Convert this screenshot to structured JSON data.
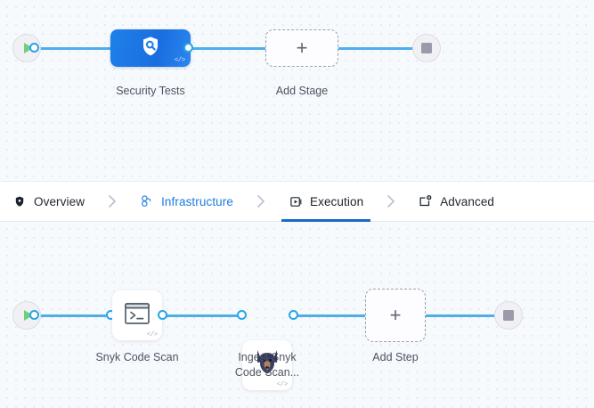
{
  "tabs": [
    {
      "label": "Overview",
      "icon": "shield-icon",
      "state": "normal"
    },
    {
      "label": "Infrastructure",
      "icon": "cluster-nodes-icon",
      "state": "link"
    },
    {
      "label": "Execution",
      "icon": "play-box-icon",
      "state": "active"
    },
    {
      "label": "Advanced",
      "icon": "box-gear-icon",
      "state": "normal"
    }
  ],
  "separator": "›",
  "stage_pipeline": {
    "start": {
      "icon": "play-icon"
    },
    "end": {
      "icon": "stop-icon"
    },
    "stage": {
      "label": "Security Tests",
      "icon": "shield-magnifier-icon",
      "badge": "</>"
    },
    "add": {
      "label": "Add Stage",
      "plus": "+"
    }
  },
  "step_pipeline": {
    "start": {
      "icon": "play-icon"
    },
    "end": {
      "icon": "stop-icon"
    },
    "steps": [
      {
        "label": "Snyk Code Scan",
        "icon": "terminal-icon",
        "badge": "</>"
      },
      {
        "label": "Ingest Snyk\nCode Scan...",
        "icon": "doberman-dog-icon",
        "badge": "</>"
      }
    ],
    "add": {
      "label": "Add Step",
      "plus": "+"
    }
  },
  "colors": {
    "accent_blue": "#1a69c4",
    "link_blue": "#1d7ddd",
    "wire_blue": "#4eaeea",
    "stage_blue": "#1f80e8",
    "play_green": "#6fcf7a",
    "canvas_bg": "#f7fafd"
  }
}
